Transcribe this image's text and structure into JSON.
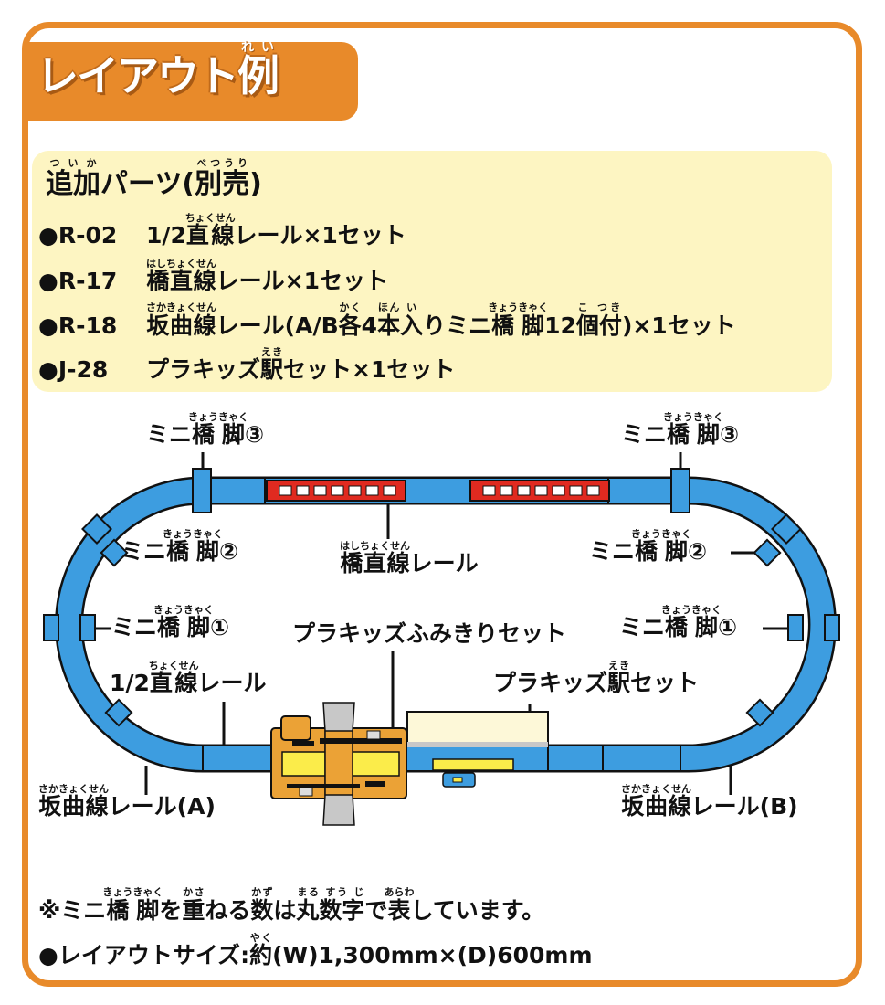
{
  "header": {
    "title_segments": [
      {
        "text": "レイアウト"
      },
      {
        "text": "例",
        "ruby": "れい"
      }
    ]
  },
  "additional_parts": {
    "title_segments": [
      {
        "text": "追加",
        "ruby": "ついか"
      },
      {
        "text": "パーツ("
      },
      {
        "text": "別売",
        "ruby": "べつうり"
      },
      {
        "text": ")"
      }
    ],
    "items": [
      {
        "code": "●R-02",
        "segments": [
          {
            "text": "1/2"
          },
          {
            "text": "直線",
            "ruby": "ちょくせん"
          },
          {
            "text": "レール×1セット"
          }
        ]
      },
      {
        "code": "●R-17",
        "segments": [
          {
            "text": "橋直線",
            "ruby": "はしちょくせん"
          },
          {
            "text": "レール×1セット"
          }
        ]
      },
      {
        "code": "●R-18",
        "segments": [
          {
            "text": "坂曲線",
            "ruby": "さかきょくせん"
          },
          {
            "text": "レール(A/B"
          },
          {
            "text": "各",
            "ruby": "かく"
          },
          {
            "text": "4"
          },
          {
            "text": "本",
            "ruby": "ほん"
          },
          {
            "text": "入",
            "ruby": "い"
          },
          {
            "text": "りミニ"
          },
          {
            "text": "橋脚",
            "ruby": "きょうきゃく"
          },
          {
            "text": "12"
          },
          {
            "text": "個付",
            "ruby": "こ つき"
          },
          {
            "text": ")×1セット"
          }
        ]
      },
      {
        "code": "●J-28",
        "segments": [
          {
            "text": "プラキッズ"
          },
          {
            "text": "駅",
            "ruby": "えき"
          },
          {
            "text": "セット×1セット"
          }
        ]
      }
    ]
  },
  "diagram_labels": {
    "pier3_left": [
      {
        "text": "ミニ"
      },
      {
        "text": "橋脚",
        "ruby": "きょうきゃく"
      },
      {
        "text": "③"
      }
    ],
    "pier3_right": [
      {
        "text": "ミニ"
      },
      {
        "text": "橋脚",
        "ruby": "きょうきゃく"
      },
      {
        "text": "③"
      }
    ],
    "pier2_left": [
      {
        "text": "ミニ"
      },
      {
        "text": "橋脚",
        "ruby": "きょうきゃく"
      },
      {
        "text": "②"
      }
    ],
    "pier2_right": [
      {
        "text": "ミニ"
      },
      {
        "text": "橋脚",
        "ruby": "きょうきゃく"
      },
      {
        "text": "②"
      }
    ],
    "pier1_left": [
      {
        "text": "ミニ"
      },
      {
        "text": "橋脚",
        "ruby": "きょうきゃく"
      },
      {
        "text": "①"
      }
    ],
    "pier1_right": [
      {
        "text": "ミニ"
      },
      {
        "text": "橋脚",
        "ruby": "きょうきゃく"
      },
      {
        "text": "①"
      }
    ],
    "bridge_rail": [
      {
        "text": "橋直線",
        "ruby": "はしちょくせん"
      },
      {
        "text": "レール"
      }
    ],
    "crossing_set": [
      {
        "text": "プラキッズふみきりセット"
      }
    ],
    "half_straight": [
      {
        "text": "1/2"
      },
      {
        "text": "直線",
        "ruby": "ちょくせん"
      },
      {
        "text": "レール"
      }
    ],
    "station_set": [
      {
        "text": "プラキッズ"
      },
      {
        "text": "駅",
        "ruby": "えき"
      },
      {
        "text": "セット"
      }
    ],
    "slope_a": [
      {
        "text": "坂曲線",
        "ruby": "さかきょくせん"
      },
      {
        "text": "レール(A)"
      }
    ],
    "slope_b": [
      {
        "text": "坂曲線",
        "ruby": "さかきょくせん"
      },
      {
        "text": "レール(B)"
      }
    ]
  },
  "notes": {
    "pier_note": [
      {
        "text": "※ミニ"
      },
      {
        "text": "橋脚",
        "ruby": "きょうきゃく"
      },
      {
        "text": "を"
      },
      {
        "text": "重",
        "ruby": "かさ"
      },
      {
        "text": "ねる"
      },
      {
        "text": "数",
        "ruby": "かず"
      },
      {
        "text": "は"
      },
      {
        "text": "丸数字",
        "ruby": "まる すう じ"
      },
      {
        "text": "で"
      },
      {
        "text": "表",
        "ruby": "あらわ"
      },
      {
        "text": "しています。"
      }
    ],
    "size": [
      {
        "text": "●レイアウトサイズ:"
      },
      {
        "text": "約",
        "ruby": "やく"
      },
      {
        "text": "(W)1,300mm×(D)600mm"
      }
    ]
  },
  "colors": {
    "frame": "#e88a2a",
    "panel": "#fdf5c2",
    "track": "#3d9de0",
    "bridge": "#e02a20",
    "crossing": "#eba236",
    "platform": "#fbec4a",
    "station": "#fdf8d8",
    "road": "#c8c8c8"
  }
}
